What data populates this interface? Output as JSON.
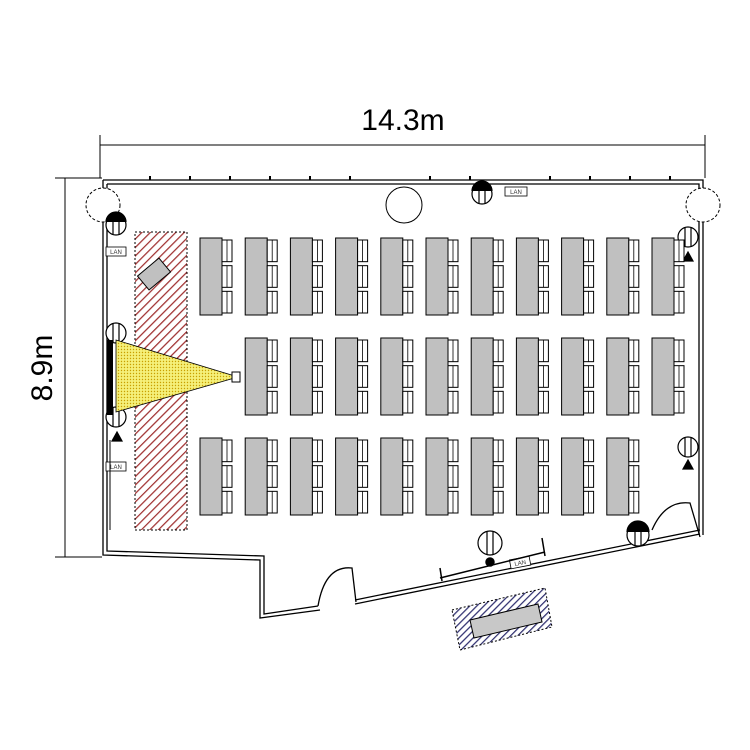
{
  "dimensions": {
    "width_label": "14.3m",
    "depth_label": "8.9m"
  },
  "lan_label": "LAN",
  "layout": {
    "desk_rows": [
      {
        "desk_count": 11,
        "start_column": 0,
        "chairs_per_desk": 3
      },
      {
        "desk_count": 10,
        "start_column": 1,
        "chairs_per_desk": 3
      },
      {
        "desk_count": 10,
        "start_column": 0,
        "chairs_per_desk": 3
      }
    ]
  },
  "colors": {
    "desk": "#c0c0c0",
    "stage_hatch": "#a03030",
    "projection": "#f5f07a",
    "storage_hatch": "#303070"
  }
}
